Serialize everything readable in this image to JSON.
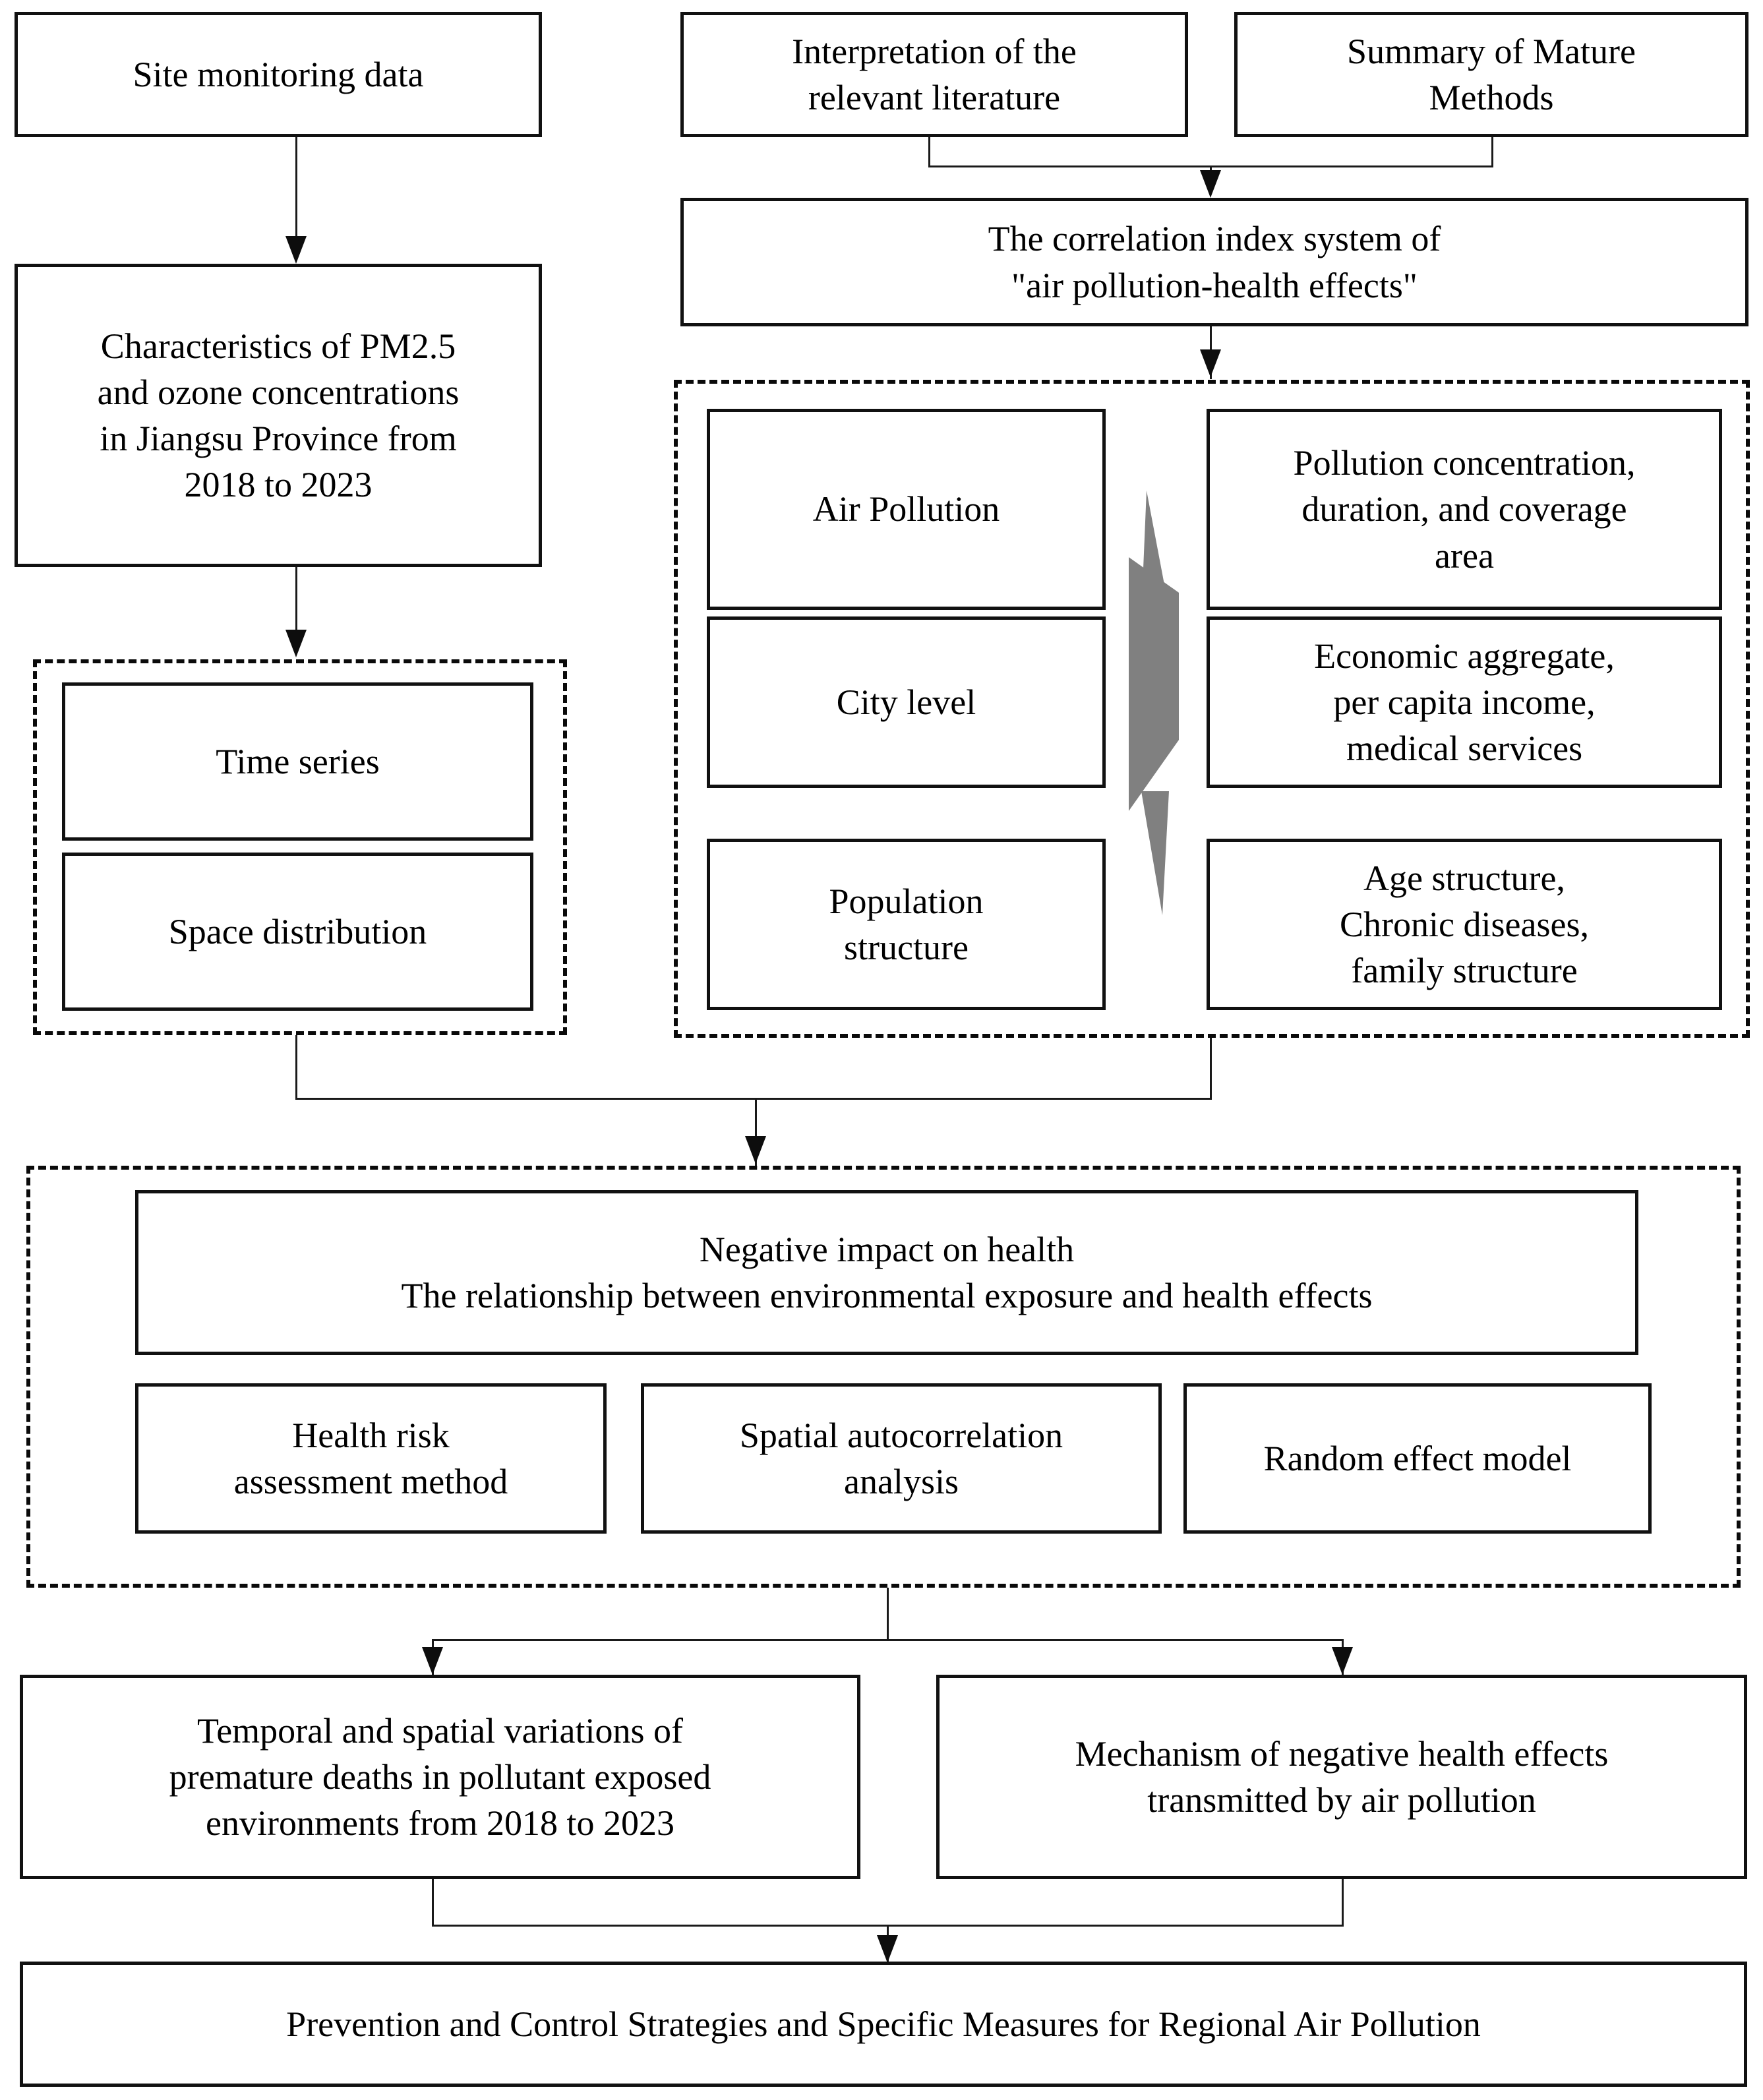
{
  "diagram": {
    "title": "Research framework for air pollution and health effects in Jiangsu Province",
    "type": "flowchart",
    "colors": {
      "box_border": "#111111",
      "box_fill": "#ffffff",
      "connector": "#1a1a1a",
      "dashed_border": "#0a0a0a",
      "ribbon_arrow": "#808080",
      "text": "#000000"
    }
  },
  "nodes": {
    "site_monitoring_data": "Site monitoring data",
    "interpretation_literature": "Interpretation of the relevant literature",
    "summary_mature_methods": "Summary of Mature Methods",
    "correlation_index_system": "The correlation index system of \"air pollution-health effects\"",
    "pm25_ozone_characteristics": "Characteristics of PM2.5 and ozone concentrations in Jiangsu Province from 2018 to 2023",
    "time_series": "Time series",
    "space_distribution": "Space distribution",
    "air_pollution": "Air Pollution",
    "pollution_attributes": "Pollution concentration, duration, and coverage area",
    "city_level": "City level",
    "city_attributes": "Economic aggregate, per capita income, medical services",
    "population_structure": "Population structure",
    "population_attributes": "Age structure, Chronic diseases, family structure",
    "negative_impact": "Negative impact on health\nThe relationship between environmental exposure and health effects",
    "negative_impact_line1": "Negative impact on health",
    "negative_impact_line2": "The relationship between environmental exposure and health effects",
    "health_risk_assessment": "Health risk assessment method",
    "spatial_autocorrelation": "Spatial autocorrelation analysis",
    "random_effect_model": "Random effect model",
    "premature_deaths": "Temporal and spatial variations of premature deaths in pollutant exposed environments from 2018 to 2023",
    "mechanism_health_effects": "Mechanism of negative health effects transmitted by air pollution",
    "prevention_control": "Prevention and Control Strategies and Specific Measures for Regional Air Pollution"
  },
  "node_lines": {
    "interpretation_literature": [
      "Interpretation of the",
      "relevant literature"
    ],
    "summary_mature_methods": [
      "Summary of Mature",
      "Methods"
    ],
    "correlation_index_system": [
      "The correlation index system of",
      "\"air pollution-health effects\""
    ],
    "pm25_ozone_characteristics": [
      "Characteristics of PM2.5",
      "and ozone concentrations",
      "in Jiangsu Province from",
      "2018 to 2023"
    ],
    "pollution_attributes": [
      "Pollution concentration,",
      "duration, and coverage",
      "area"
    ],
    "city_attributes": [
      "Economic aggregate,",
      "per capita income,",
      "medical services"
    ],
    "population_attributes": [
      "Age structure,",
      "Chronic diseases,",
      "family structure"
    ],
    "population_structure": [
      "Population",
      "structure"
    ],
    "health_risk_assessment": [
      "Health risk",
      "assessment method"
    ],
    "spatial_autocorrelation": [
      "Spatial autocorrelation",
      "analysis"
    ],
    "premature_deaths": [
      "Temporal and spatial variations of",
      "premature deaths in pollutant exposed",
      "environments from 2018 to 2023"
    ],
    "mechanism_health_effects": [
      "Mechanism of negative health effects",
      "transmitted by air pollution"
    ]
  },
  "groups": {
    "temporal_spatial_group": "Time series / Space distribution analysis group",
    "index_system_group": "Correlation index dimensions and attributes group",
    "health_analysis_group": "Negative health impact and methods group"
  }
}
